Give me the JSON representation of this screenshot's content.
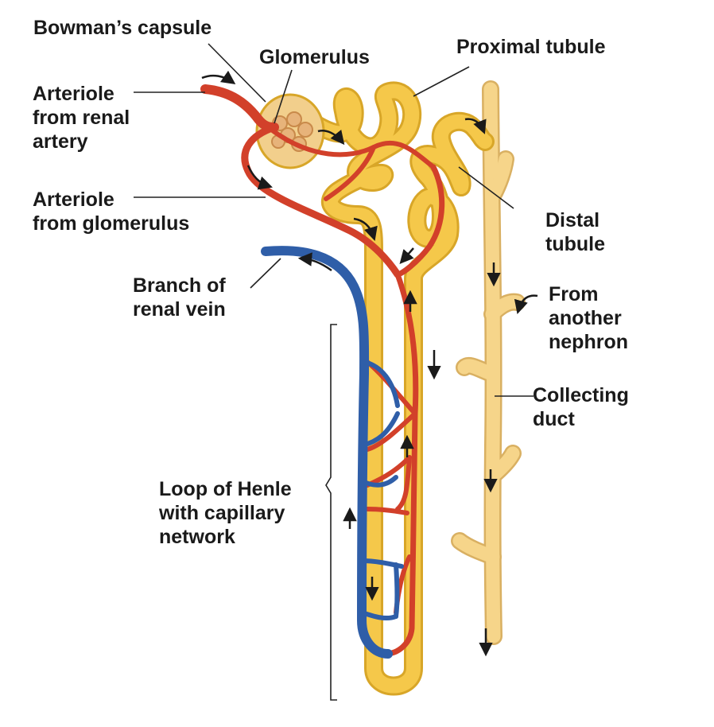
{
  "labels": {
    "bowmans_capsule": "Bowman’s capsule",
    "glomerulus": "Glomerulus",
    "proximal_tubule": "Proximal tubule",
    "arteriole_renal_artery": "Arteriole\nfrom renal\nartery",
    "arteriole_glomerulus": "Arteriole\nfrom glomerulus",
    "distal_tubule": "Distal\ntubule",
    "branch_renal_vein": "Branch of\nrenal vein",
    "from_another_nephron": "From\nanother\nnephron",
    "collecting_duct": "Collecting\nduct",
    "loop_of_henle": "Loop of Henle\nwith capillary\nnetwork"
  },
  "colors": {
    "tubule_fill": "#f5c84a",
    "tubule_edge": "#d8a628",
    "duct_fill": "#f6d58a",
    "duct_edge": "#d9b062",
    "artery": "#d2402a",
    "vein": "#2f5ea8",
    "capsule": "#f2cf8c",
    "line": "#222222"
  }
}
